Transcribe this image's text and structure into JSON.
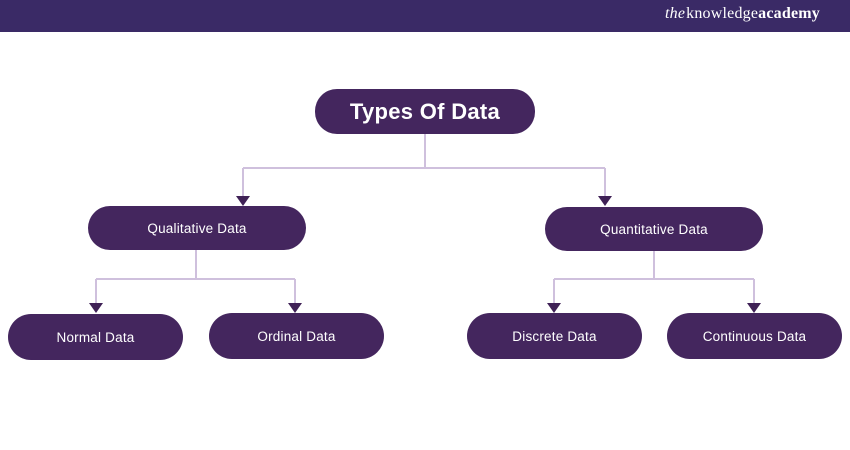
{
  "header": {
    "logo": {
      "the": "the",
      "knowledge": "knowledge",
      "academy": "academy"
    }
  },
  "colors": {
    "topbar_bg": "#3a2a66",
    "node_bg": "#44265e",
    "node_text": "#ffffff",
    "connector_line": "#cfc0dd",
    "arrowhead": "#3f2156",
    "page_bg": "#ffffff"
  },
  "diagram": {
    "root": {
      "label": "Types Of Data"
    },
    "children": [
      {
        "label": "Qualitative Data",
        "children": [
          {
            "label": "Normal Data"
          },
          {
            "label": "Ordinal Data"
          }
        ]
      },
      {
        "label": "Quantitative Data",
        "children": [
          {
            "label": "Discrete Data"
          },
          {
            "label": "Continuous Data"
          }
        ]
      }
    ]
  }
}
